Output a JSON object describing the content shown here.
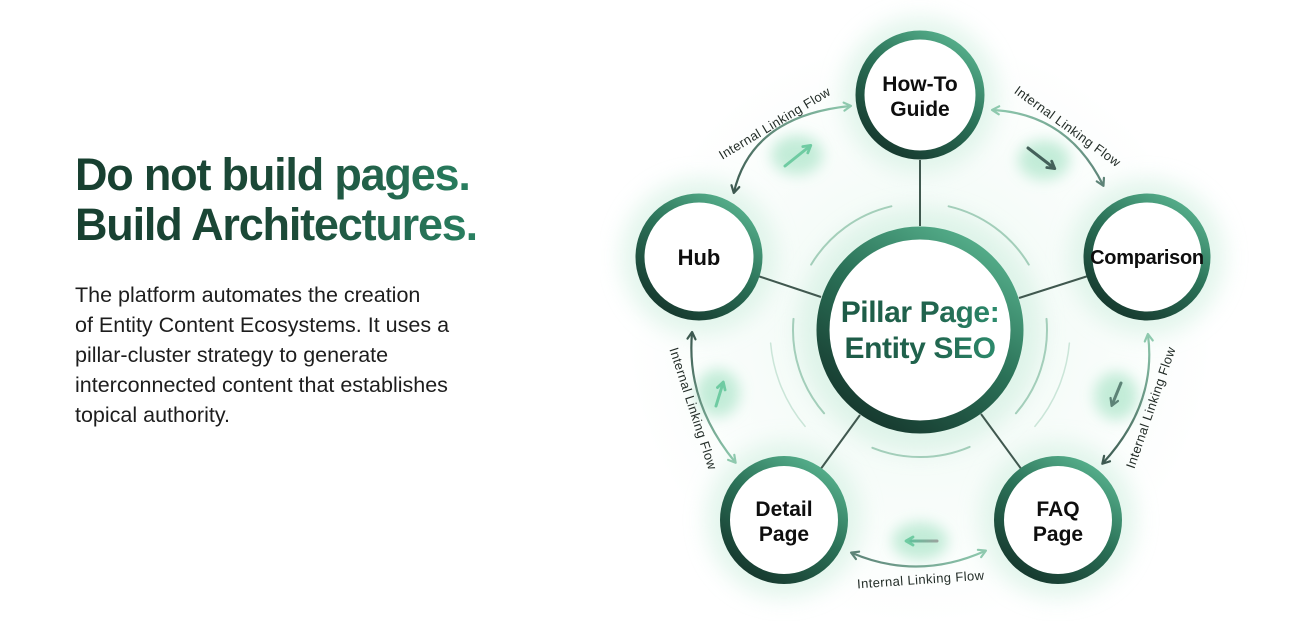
{
  "headline": {
    "line1": "Do not build pages.",
    "line2": "Build Architectures."
  },
  "paragraph_lines": [
    "The platform automates the creation",
    "of Entity Content Ecosystems. It uses a",
    "pillar-cluster strategy to generate",
    "interconnected content that establishes",
    "topical authority."
  ],
  "diagram": {
    "center": {
      "line1": "Pillar Page:",
      "line2": "Entity SEO"
    },
    "nodes": {
      "howto": {
        "line1": "How-To",
        "line2": "Guide"
      },
      "hub": {
        "label": "Hub"
      },
      "comparison": {
        "label": "Comparison"
      },
      "detail": {
        "line1": "Detail",
        "line2": "Page"
      },
      "faq": {
        "line1": "FAQ",
        "line2": "Page"
      }
    },
    "flow_labels": [
      "Internal Linking Flow",
      "Internal Linking Flow",
      "Internal Linking Flow",
      "Internal Linking Flow",
      "Internal Linking Flow"
    ]
  },
  "colors": {
    "heading_dark": "#173f30",
    "heading_light": "#2f9873",
    "ring_dark": "#14332a",
    "ring_mid": "#2b7258",
    "ring_light": "#57b18d",
    "arc_dark": "#3c5950",
    "arc_mid": "#5d8377",
    "arc_light": "#8ec9ae",
    "mint_arrow": "#6fcba2",
    "glow": "#cdeede",
    "center_text_dark": "#1d5a46",
    "center_text_light": "#2f9474",
    "node_text": "#0e0e0e",
    "body_text": "#1d1d1d"
  }
}
